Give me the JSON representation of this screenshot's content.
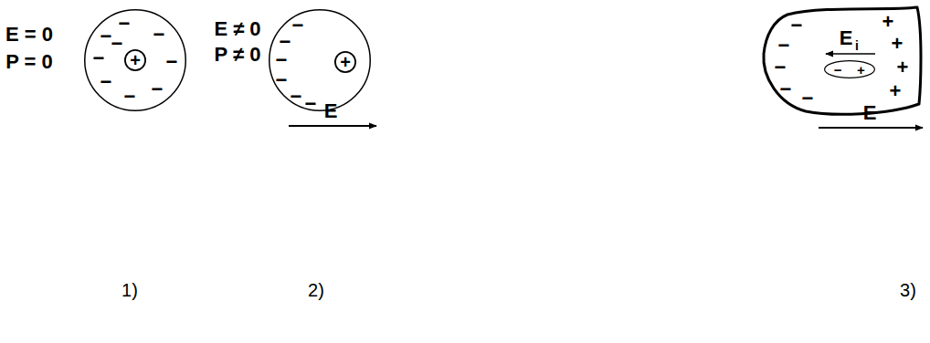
{
  "diagram": {
    "nodes": [
      {
        "text": [
          "−",
          "−",
          "−",
          "−",
          "−",
          "−",
          "−",
          "−",
          "−"
        ]
      },
      {
        "text": [
          "+"
        ],
        "in": 0
      },
      {
        "text": [
          "−",
          "−",
          "−",
          "−",
          "−",
          "−"
        ]
      },
      {
        "text": [
          "+"
        ],
        "in": 2
      },
      {
        "text": [
          "−",
          "−",
          "−",
          "−",
          "−",
          "+",
          "+",
          "+",
          "+",
          "E",
          "i"
        ]
      },
      {
        "text": [
          "−",
          "+"
        ],
        "in": 4
      }
    ],
    "labels": [
      "E = 0",
      "P = 0",
      "E ≠ 0",
      "P ≠ 0",
      "E",
      "E",
      "1)",
      "2)",
      "3)"
    ]
  }
}
